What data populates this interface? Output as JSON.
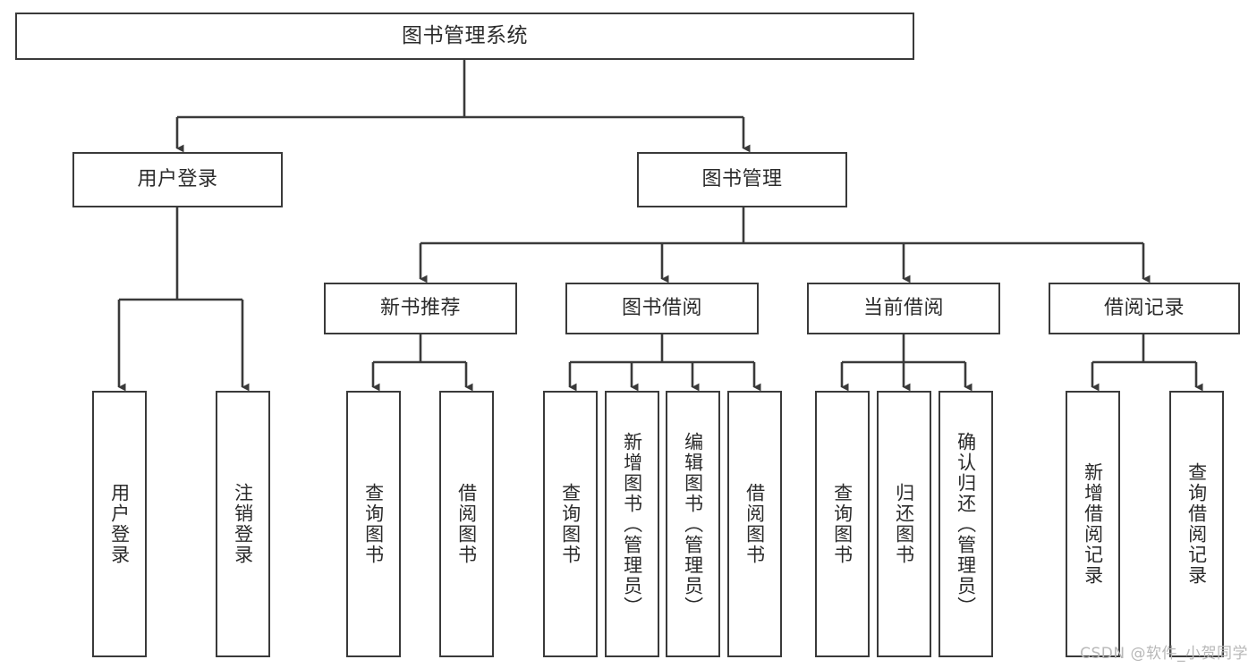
{
  "diagram": {
    "type": "tree-hierarchy",
    "title": "图书管理系统",
    "theme": {
      "background": "#ffffff",
      "box_border": "#3a3a3a",
      "box_fill": "#ffffff",
      "text": "#2b2b2b",
      "edge": "#3a3a3a",
      "watermark": "#b8b8b8"
    },
    "nodes": {
      "root": {
        "label": "图书管理系统"
      },
      "level1": [
        {
          "id": "user-login",
          "label": "用户登录"
        },
        {
          "id": "book-manage",
          "label": "图书管理"
        }
      ],
      "level2": [
        {
          "id": "new-book-recommend",
          "label": "新书推荐"
        },
        {
          "id": "book-borrow",
          "label": "图书借阅"
        },
        {
          "id": "current-borrow",
          "label": "当前借阅"
        },
        {
          "id": "borrow-record",
          "label": "借阅记录"
        }
      ],
      "leaves": {
        "user-login": [
          {
            "id": "leaf-user-login",
            "label": "用户登录"
          },
          {
            "id": "leaf-user-logout",
            "label": "注销登录"
          }
        ],
        "new-book-recommend": [
          {
            "id": "leaf-query-book-1",
            "label": "查询图书"
          },
          {
            "id": "leaf-borrow-book-1",
            "label": "借阅图书"
          }
        ],
        "book-borrow": [
          {
            "id": "leaf-query-book-2",
            "label": "查询图书"
          },
          {
            "id": "leaf-add-book",
            "label": "新增图书（管理员）"
          },
          {
            "id": "leaf-edit-book",
            "label": "编辑图书（管理员）"
          },
          {
            "id": "leaf-borrow-book-2",
            "label": "借阅图书"
          }
        ],
        "current-borrow": [
          {
            "id": "leaf-query-book-3",
            "label": "查询图书"
          },
          {
            "id": "leaf-return-book",
            "label": "归还图书"
          },
          {
            "id": "leaf-confirm-return",
            "label": "确认归还（管理员）"
          }
        ],
        "borrow-record": [
          {
            "id": "leaf-add-record",
            "label": "新增借阅记录"
          },
          {
            "id": "leaf-query-record",
            "label": "查询借阅记录"
          }
        ]
      }
    },
    "watermark": "CSDN @软件_小贺同学"
  }
}
